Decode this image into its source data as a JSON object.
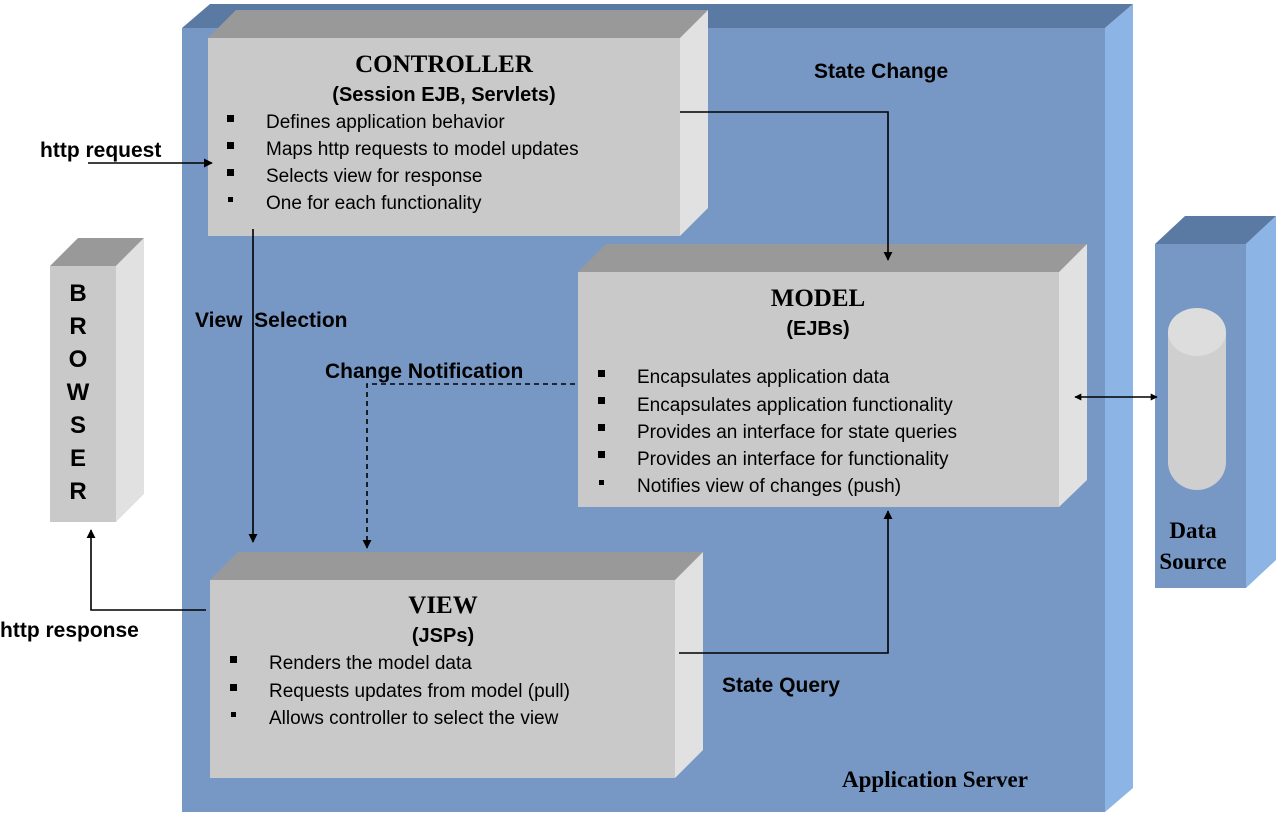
{
  "colors": {
    "server_front": "#7798c4",
    "server_top": "#5a7aa3",
    "server_side": "#8cb4e4",
    "box_front": "#c9c9c9",
    "box_top": "#999999",
    "box_side": "#e1e1e1",
    "arrow": "#000000"
  },
  "controller": {
    "title": "CONTROLLER",
    "subtitle": "(Session EJB, Servlets)",
    "bullets": [
      "Defines application behavior",
      "Maps http requests to model updates",
      "Selects view for response",
      "One for each functionality"
    ]
  },
  "model": {
    "title": "MODEL",
    "subtitle": "(EJBs)",
    "bullets": [
      "Encapsulates application data",
      "Encapsulates application functionality",
      "Provides an interface for state queries",
      "Provides an interface for functionality",
      "Notifies view of changes (push)"
    ]
  },
  "view": {
    "title": "VIEW",
    "subtitle": "(JSPs)",
    "bullets": [
      "Renders the model data",
      "Requests updates from model (pull)",
      "Allows controller to select the view"
    ]
  },
  "browser": {
    "letters": [
      "B",
      "R",
      "O",
      "W",
      "S",
      "E",
      "R"
    ]
  },
  "data_source": {
    "line1": "Data",
    "line2": "Source",
    "icon": "database-cylinder-icon"
  },
  "labels": {
    "http_request": "http request",
    "http_response": "http response",
    "state_change": "State Change",
    "view_selection": "View  Selection",
    "change_notification": "Change Notification",
    "state_query": "State Query",
    "application_server": "Application Server"
  }
}
